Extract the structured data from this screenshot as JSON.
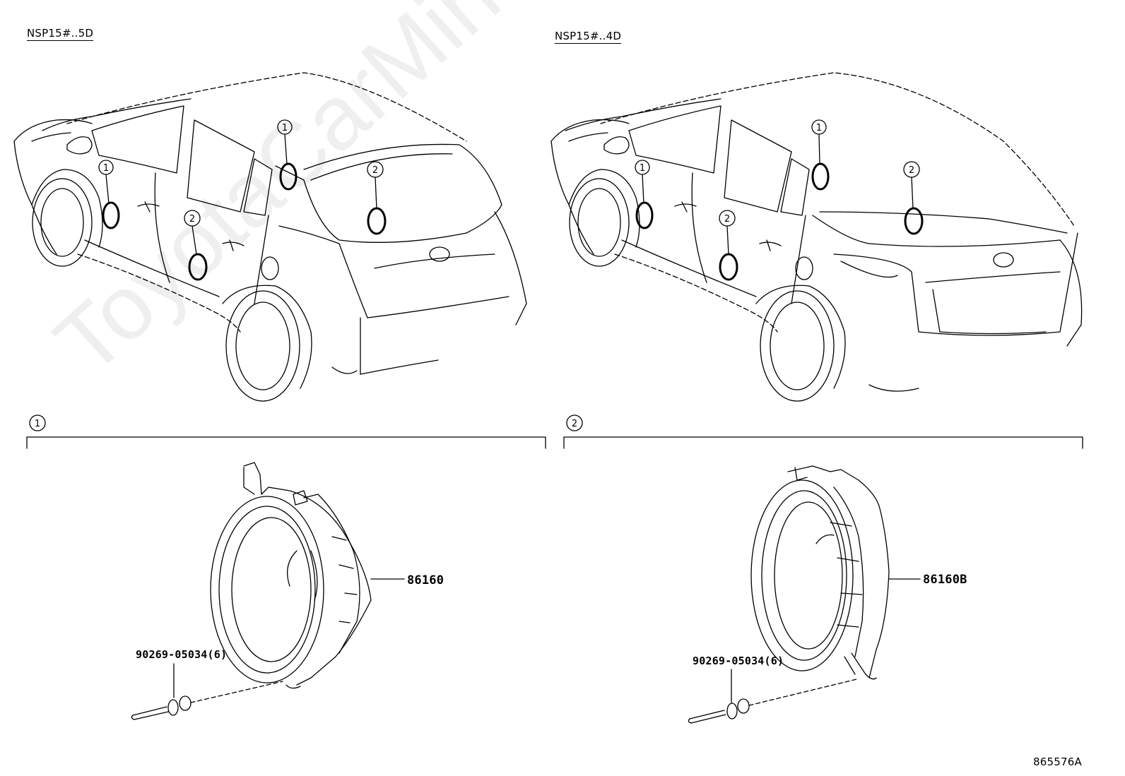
{
  "variants": {
    "left": "NSP15#..5D",
    "right": "NSP15#..4D"
  },
  "callouts": {
    "one": "1",
    "two": "2"
  },
  "sections": [
    {
      "id": "1",
      "part_number": "86160",
      "rivet_part": "90269-05034(6)"
    },
    {
      "id": "2",
      "part_number": "86160B",
      "rivet_part": "90269-05034(6)"
    }
  ],
  "figure_code": "865576A",
  "watermark": "ToyotaCarMine.ru"
}
